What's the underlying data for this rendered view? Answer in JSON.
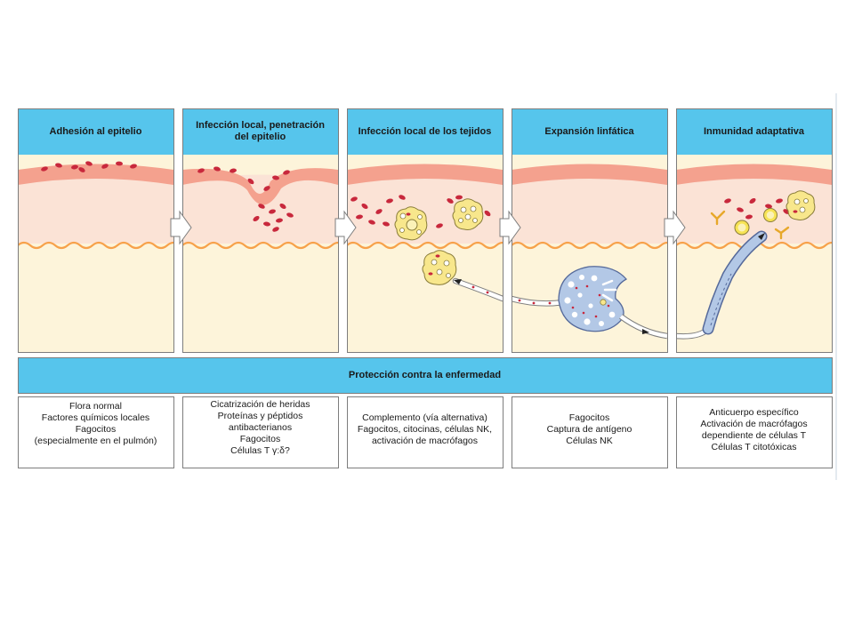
{
  "stages": [
    {
      "title": "Adhesión al epitelio"
    },
    {
      "title": "Infección local, penetración del epitelio"
    },
    {
      "title": "Infección local de los tejidos"
    },
    {
      "title": "Expansión linfática"
    },
    {
      "title": "Inmunidad adaptativa"
    }
  ],
  "protection_title": "Protección contra la enfermedad",
  "protections": [
    {
      "lines": [
        "Flora normal",
        "Factores químicos locales",
        "Fagocitos",
        "(especialmente en el pulmón)"
      ]
    },
    {
      "lines": [
        "Cicatrización de heridas",
        "Proteínas y péptidos",
        "antibacterianos",
        "Fagocitos",
        "Células T γ:δ?"
      ]
    },
    {
      "lines": [
        "Complemento (vía alternativa)",
        "Fagocitos, citocinas, células NK,",
        "activación de macrófagos"
      ]
    },
    {
      "lines": [
        "Fagocitos",
        "Captura de antígeno",
        "Células NK"
      ]
    },
    {
      "lines": [
        "Anticuerpo específico",
        "Activación de macrófagos",
        "dependiente de células T",
        "Células T citotóxicas"
      ]
    }
  ],
  "colors": {
    "header_blue": "#56c5ec",
    "epithelium": "#f4a18e",
    "tissue": "#fbe3d6",
    "deep_tissue": "#fdf4da",
    "membrane": "#f7a14a",
    "bacteria": "#c8283c",
    "phagocyte": "#f8e78c",
    "lymph": "#b3c8e6",
    "border": "#7d7d7d"
  }
}
